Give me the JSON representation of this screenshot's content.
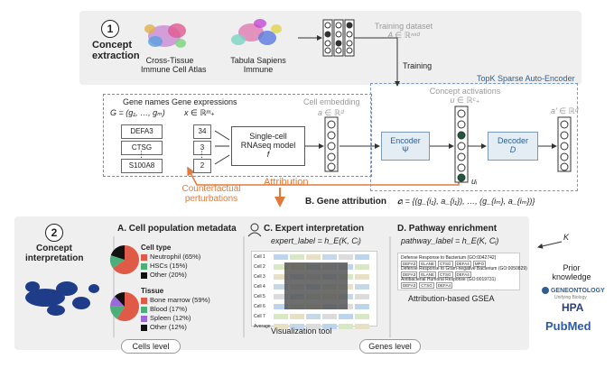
{
  "concept_extraction": {
    "number": "1",
    "title_line1": "Concept",
    "title_line2": "extraction",
    "atlas1_line1": "Cross-Tissue",
    "atlas1_line2": "Immune Cell Atlas",
    "atlas2_line1": "Tabula Sapiens",
    "atlas2_line2": "Immune",
    "training_dataset_line1": "Training dataset",
    "training_dataset_line2": "A ∈ ℝⁿˣᵈ",
    "training_label": "Training"
  },
  "sae": {
    "title": "TopK Sparse Auto-Encoder",
    "concept_activations_label": "Concept activations",
    "concept_activations_math": "u ∈ ℝᶜ₊",
    "encoder_label": "Encoder",
    "encoder_symbol": "Ψ",
    "decoder_label": "Decoder",
    "decoder_symbol": "D",
    "reconstruction_math": "a′ ∈ ℝᵈ",
    "u_i": "uᵢ"
  },
  "gene_input": {
    "gene_names_label": "Gene names",
    "gene_names_math": "G = (g₁, …, gₘ)",
    "gene_expr_label": "Gene expressions",
    "gene_expr_math": "x ∈ ℝᵐ₊",
    "genes": [
      "DEFA3",
      "CTSG",
      "S100A8"
    ],
    "values": [
      "34",
      "3",
      "2"
    ],
    "dots": "⋮",
    "model_line1": "Single-cell",
    "model_line2": "RNAseq model",
    "model_symbol": "f",
    "cell_embedding_label": "Cell embedding",
    "cell_embedding_math": "a ∈ ℝᵈ",
    "attribution_label": "Attribution",
    "counterfactual_line1": "Counterfactual",
    "counterfactual_line2": "perturbations",
    "gene_attribution_title": "B. Gene attribution",
    "gene_attribution_math": "𝒄ᵢ = {(g_{i₁}, a_{i₁}), …, (g_{iₘ}, a_{iₘ})}"
  },
  "interpretation": {
    "number": "2",
    "title_line1": "Concept",
    "title_line2": "interpretation",
    "section_a_title": "A. Cell population metadata",
    "cell_type_title": "Cell type",
    "cell_type_legend": [
      {
        "label": "Neutrophil (65%)",
        "color": "#e05a48"
      },
      {
        "label": "HSCs (15%)",
        "color": "#4caf7a"
      },
      {
        "label": "Other (20%)",
        "color": "#111111"
      }
    ],
    "cell_type_chart": [
      65,
      15,
      20
    ],
    "tissue_title": "Tissue",
    "tissue_legend": [
      {
        "label": "Bone marrow (59%)",
        "color": "#e05a48"
      },
      {
        "label": "Blood (17%)",
        "color": "#4caf7a"
      },
      {
        "label": "Spleen (12%)",
        "color": "#9a6ad8"
      },
      {
        "label": "Other (12%)",
        "color": "#111111"
      }
    ],
    "tissue_chart": [
      59,
      17,
      12,
      12
    ],
    "cells_level": "Cells level",
    "section_c_title": "C. Expert interpretation",
    "expert_label_math": "expert_label = h_E(K, Cᵢ)",
    "visualization_tool": "Visualization tool",
    "genes_level": "Genes level",
    "section_d_title": "D. Pathway enrichment",
    "pathway_label_math": "pathway_label = h_E(K, Cᵢ)",
    "gsea_entries": [
      "Defense Response to Bacterium (GO:0042742)",
      "Defense Response to Gram-negative Bacterium (GO:0050829)",
      "Antibacterial Humoral Response (GO:0019731)"
    ],
    "gsea_genes": [
      [
        "DEFA3",
        "ELANE",
        "CTSG",
        "DEFA4",
        "MPO"
      ],
      [
        "DEFA3",
        "ELANE",
        "CTSG",
        "DEFA4"
      ],
      [
        "DEFA3",
        "CTSG",
        "DEFA4"
      ]
    ],
    "gsea_label": "Attribution-based GSEA",
    "k_symbol": "K",
    "prior_knowledge_line1": "Prior",
    "prior_knowledge_line2": "knowledge",
    "geneontology": "GENEONTOLOGY",
    "geneontology_sub": "Unifying Biology",
    "hpa": "HPA",
    "pubmed_pub": "Pub",
    "pubmed_med": "Med",
    "vis_rows": [
      "Cell 1",
      "Cell 2",
      "Cell 3",
      "Cell 4",
      "Cell 5",
      "Cell 6",
      "Cell 7"
    ],
    "vis_footer": "Average"
  }
}
